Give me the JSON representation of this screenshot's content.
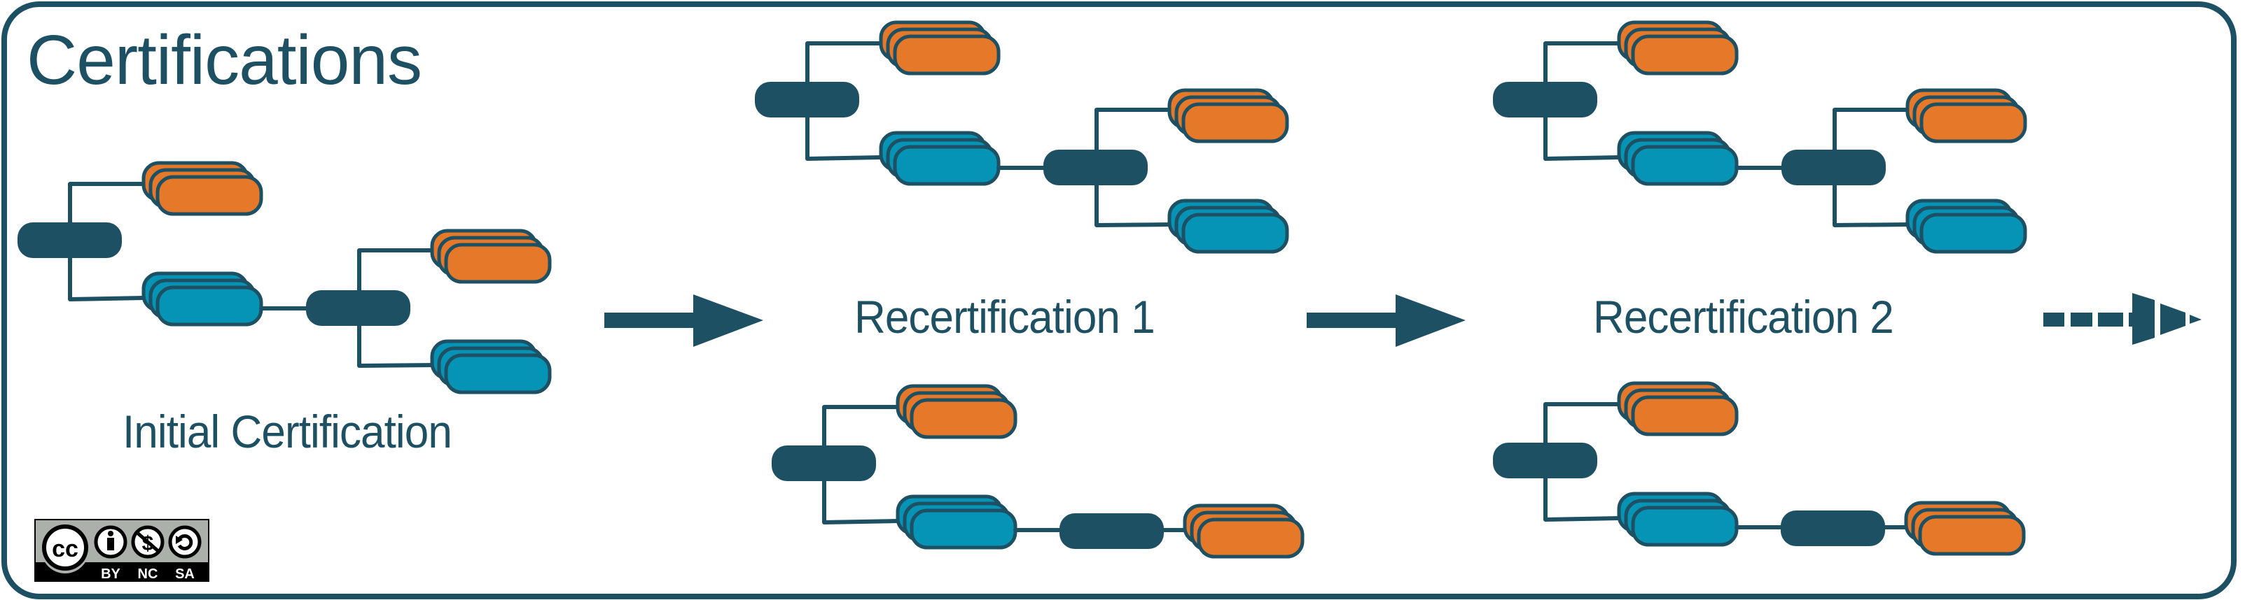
{
  "title": "Certifications",
  "colors": {
    "primary": "#1e5064",
    "orange": "#e6782a",
    "blue": "#0694b6",
    "background": "#ffffff",
    "cc_gray": "#abb1aa",
    "cc_black": "#000000"
  },
  "stages": [
    {
      "id": "initial",
      "label": "Initial Certification",
      "diagrams": [
        {
          "layout": "branching",
          "root": "node",
          "upper_branch": "orange",
          "lower_branch": "blue",
          "lower_child": {
            "node": "node",
            "upper_branch": "orange",
            "lower_branch": "blue"
          }
        }
      ]
    },
    {
      "id": "recert1",
      "label": "Recertification 1",
      "diagrams": [
        {
          "layout": "branching",
          "root": "node",
          "upper_branch": "orange",
          "lower_branch": "blue",
          "lower_child": {
            "node": "node",
            "upper_branch": "orange",
            "lower_branch": "blue"
          }
        },
        {
          "layout": "inline",
          "root": "node",
          "upper_branch": "orange",
          "lower_branch": "blue",
          "lower_child": {
            "node": "node",
            "next": "orange"
          }
        }
      ]
    },
    {
      "id": "recert2",
      "label": "Recertification 2",
      "diagrams": [
        {
          "layout": "branching",
          "root": "node",
          "upper_branch": "orange",
          "lower_branch": "blue",
          "lower_child": {
            "node": "node",
            "upper_branch": "orange",
            "lower_branch": "blue"
          }
        },
        {
          "layout": "inline",
          "root": "node",
          "upper_branch": "orange",
          "lower_branch": "blue",
          "lower_child": {
            "node": "node",
            "next": "orange"
          }
        }
      ]
    }
  ],
  "arrows": [
    {
      "style": "solid",
      "from": "initial",
      "to": "recert1"
    },
    {
      "style": "solid",
      "from": "recert1",
      "to": "recert2"
    },
    {
      "style": "dashed",
      "from": "recert2",
      "to": "continuation"
    }
  ],
  "license_badge": {
    "icons": [
      "cc-icon",
      "by-icon",
      "nc-icon",
      "sa-icon"
    ],
    "cc_text": "cc",
    "labels": [
      "BY",
      "NC",
      "SA"
    ]
  }
}
